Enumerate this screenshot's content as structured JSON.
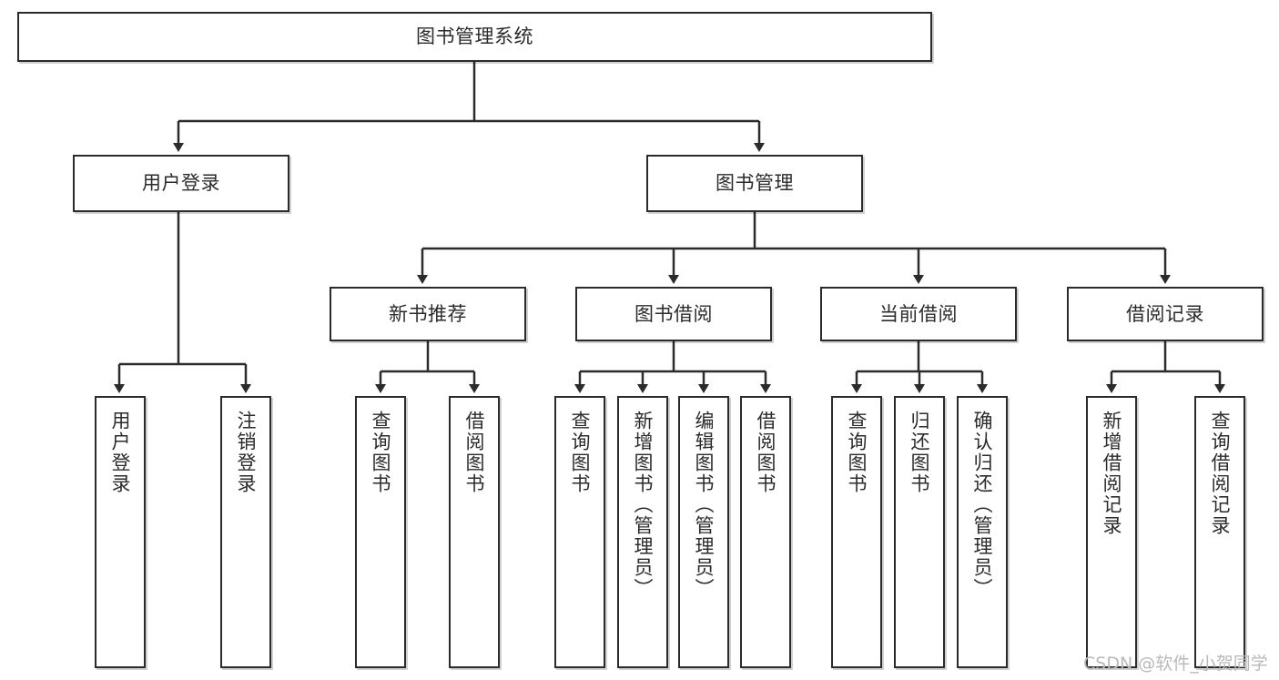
{
  "diagram": {
    "type": "tree",
    "title": "图书管理系统",
    "root": {
      "label": "图书管理系统"
    },
    "level2": [
      {
        "label": "用户登录"
      },
      {
        "label": "图书管理"
      }
    ],
    "level3": [
      {
        "label": "新书推荐"
      },
      {
        "label": "图书借阅"
      },
      {
        "label": "当前借阅"
      },
      {
        "label": "借阅记录"
      }
    ],
    "leaves": {
      "user_login": [
        {
          "label": "用户登录"
        },
        {
          "label": "注销登录"
        }
      ],
      "new_book_recommend": [
        {
          "label": "查询图书"
        },
        {
          "label": "借阅图书"
        }
      ],
      "book_borrow": [
        {
          "label": "查询图书"
        },
        {
          "label": "新增图书（管理员）"
        },
        {
          "label": "编辑图书（管理员）"
        },
        {
          "label": "借阅图书"
        }
      ],
      "current_borrow": [
        {
          "label": "查询图书"
        },
        {
          "label": "归还图书"
        },
        {
          "label": "确认归还（管理员）"
        }
      ],
      "borrow_record": [
        {
          "label": "新增借阅记录"
        },
        {
          "label": "查询借阅记录"
        }
      ]
    }
  },
  "watermark": {
    "text": "CSDN @软件_小贺同学"
  },
  "colors": {
    "stroke": "#2b2b2b",
    "background": "#ffffff",
    "watermark": "#b9b9b9"
  }
}
